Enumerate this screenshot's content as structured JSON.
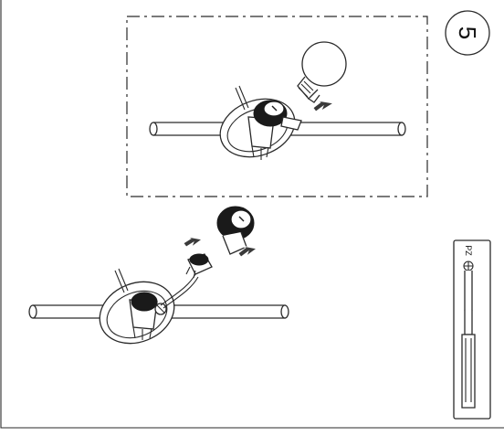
{
  "step": {
    "number": "5"
  },
  "tool": {
    "label": "PZ",
    "icon": "phillips-screwdriver"
  },
  "icons": {
    "bulb": "light-bulb",
    "arrow": "insert-arrow",
    "shade": "lamp-socket-shade",
    "bracket": "ceiling-mount-bracket"
  }
}
